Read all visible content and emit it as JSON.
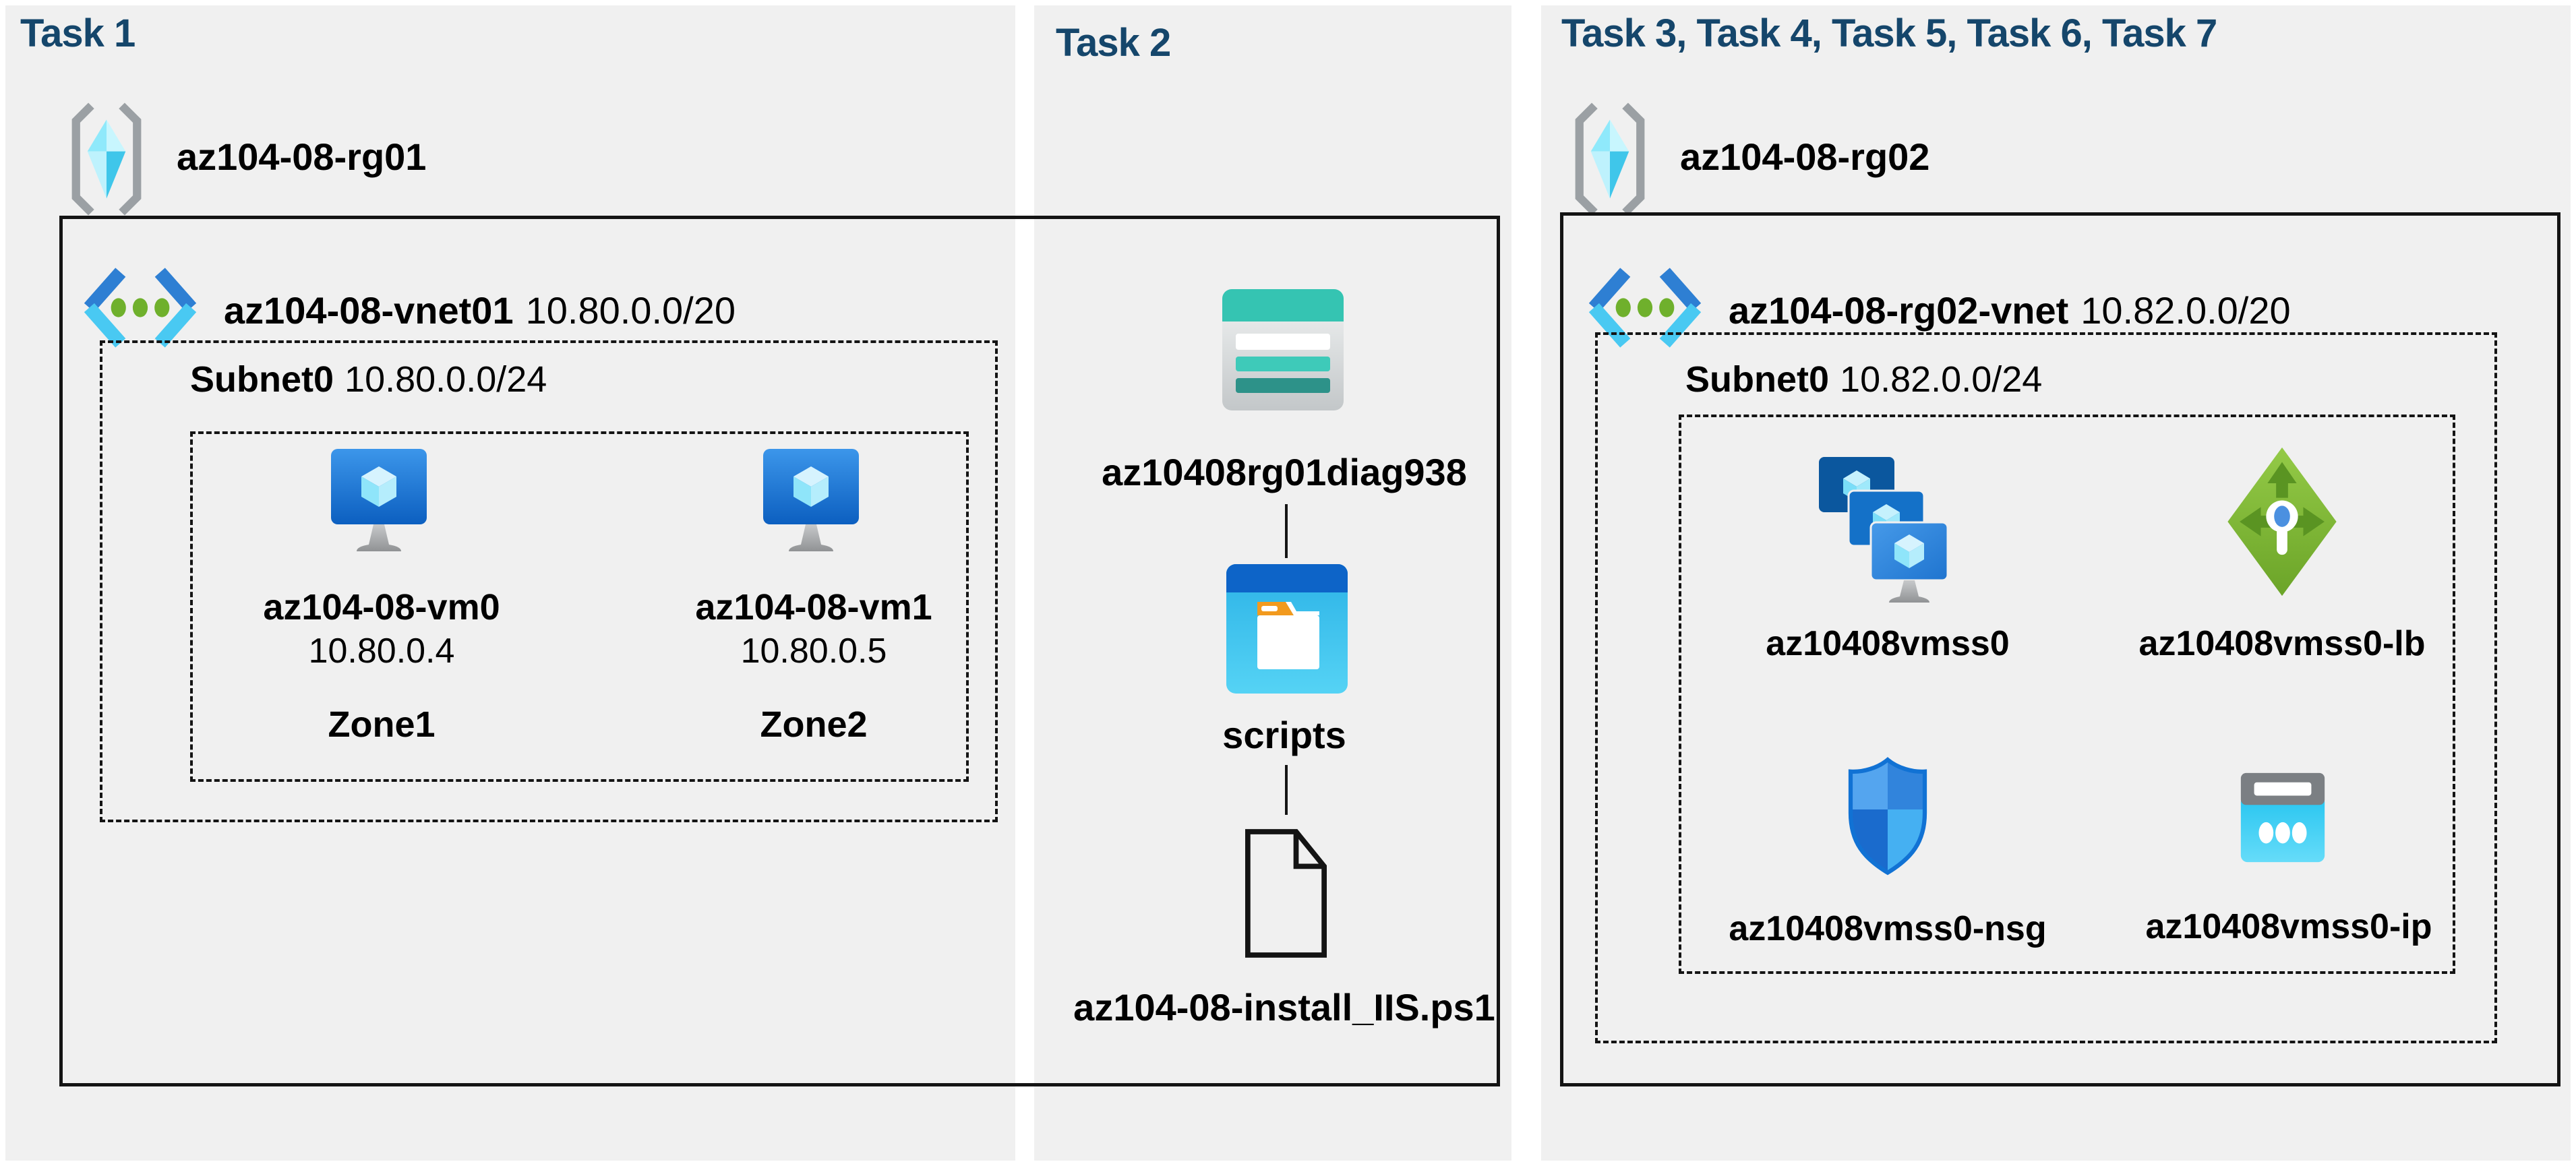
{
  "colors": {
    "title_navy": "#15466B",
    "panel_bg": "#f0f0f0",
    "line_black": "#141414",
    "azure_blue": "#1471c8",
    "cyan": "#49c9f2",
    "teal": "#35c4b2",
    "green": "#76b82a",
    "orange": "#f29a1e"
  },
  "task1": {
    "title": "Task 1",
    "resource_group": "az104-08-rg01",
    "vnet_name": "az104-08-vnet01",
    "vnet_cidr": "10.80.0.0/20",
    "subnet_name": "Subnet0",
    "subnet_cidr": "10.80.0.0/24",
    "vms": [
      {
        "name": "az104-08-vm0",
        "ip": "10.80.0.4",
        "zone": "Zone1"
      },
      {
        "name": "az104-08-vm1",
        "ip": "10.80.0.5",
        "zone": "Zone2"
      }
    ]
  },
  "task2": {
    "title": "Task 2",
    "storage_account": "az10408rg01diag938",
    "container": "scripts",
    "file": "az104-08-install_IIS.ps1"
  },
  "task3": {
    "title": "Task 3, Task 4, Task 5, Task 6, Task 7",
    "resource_group": "az104-08-rg02",
    "vnet_name": "az104-08-rg02-vnet",
    "vnet_cidr": "10.82.0.0/20",
    "subnet_name": "Subnet0",
    "subnet_cidr": "10.82.0.0/24",
    "resources": [
      {
        "name": "az10408vmss0"
      },
      {
        "name": "az10408vmss0-lb"
      },
      {
        "name": "az10408vmss0-nsg"
      },
      {
        "name": "az10408vmss0-ip"
      }
    ]
  }
}
